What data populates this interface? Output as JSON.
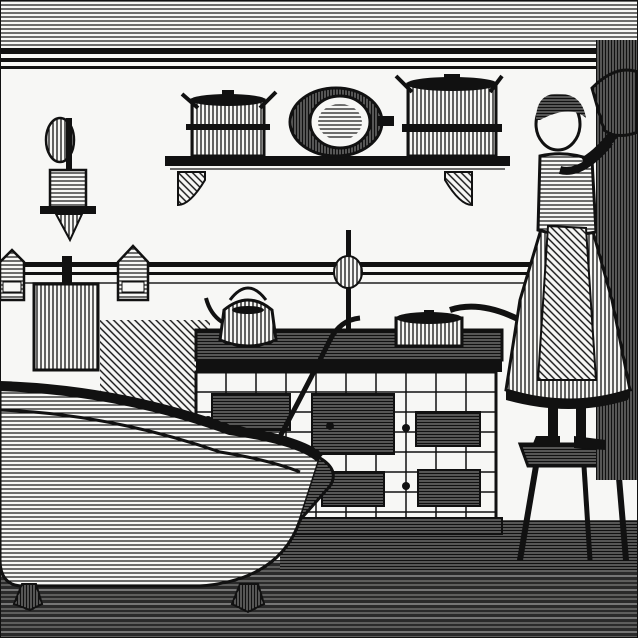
{
  "image": {
    "kind": "engraving",
    "palette": {
      "ink": "#111111",
      "paper": "#f7f7f5",
      "mid": "#555555"
    },
    "subjects": [
      {
        "name": "wall-shelf",
        "holds": "cooking-pots"
      },
      {
        "name": "wall-oil-lamp"
      },
      {
        "name": "cutting-board"
      },
      {
        "name": "salt-box"
      },
      {
        "name": "kitchen-range",
        "holds": "tea-kettle"
      },
      {
        "name": "water-heater-pipe"
      },
      {
        "name": "clawfoot-bathtub"
      },
      {
        "name": "woman",
        "action": "lifting-container"
      },
      {
        "name": "step-stool"
      },
      {
        "name": "plank-floor"
      }
    ]
  }
}
